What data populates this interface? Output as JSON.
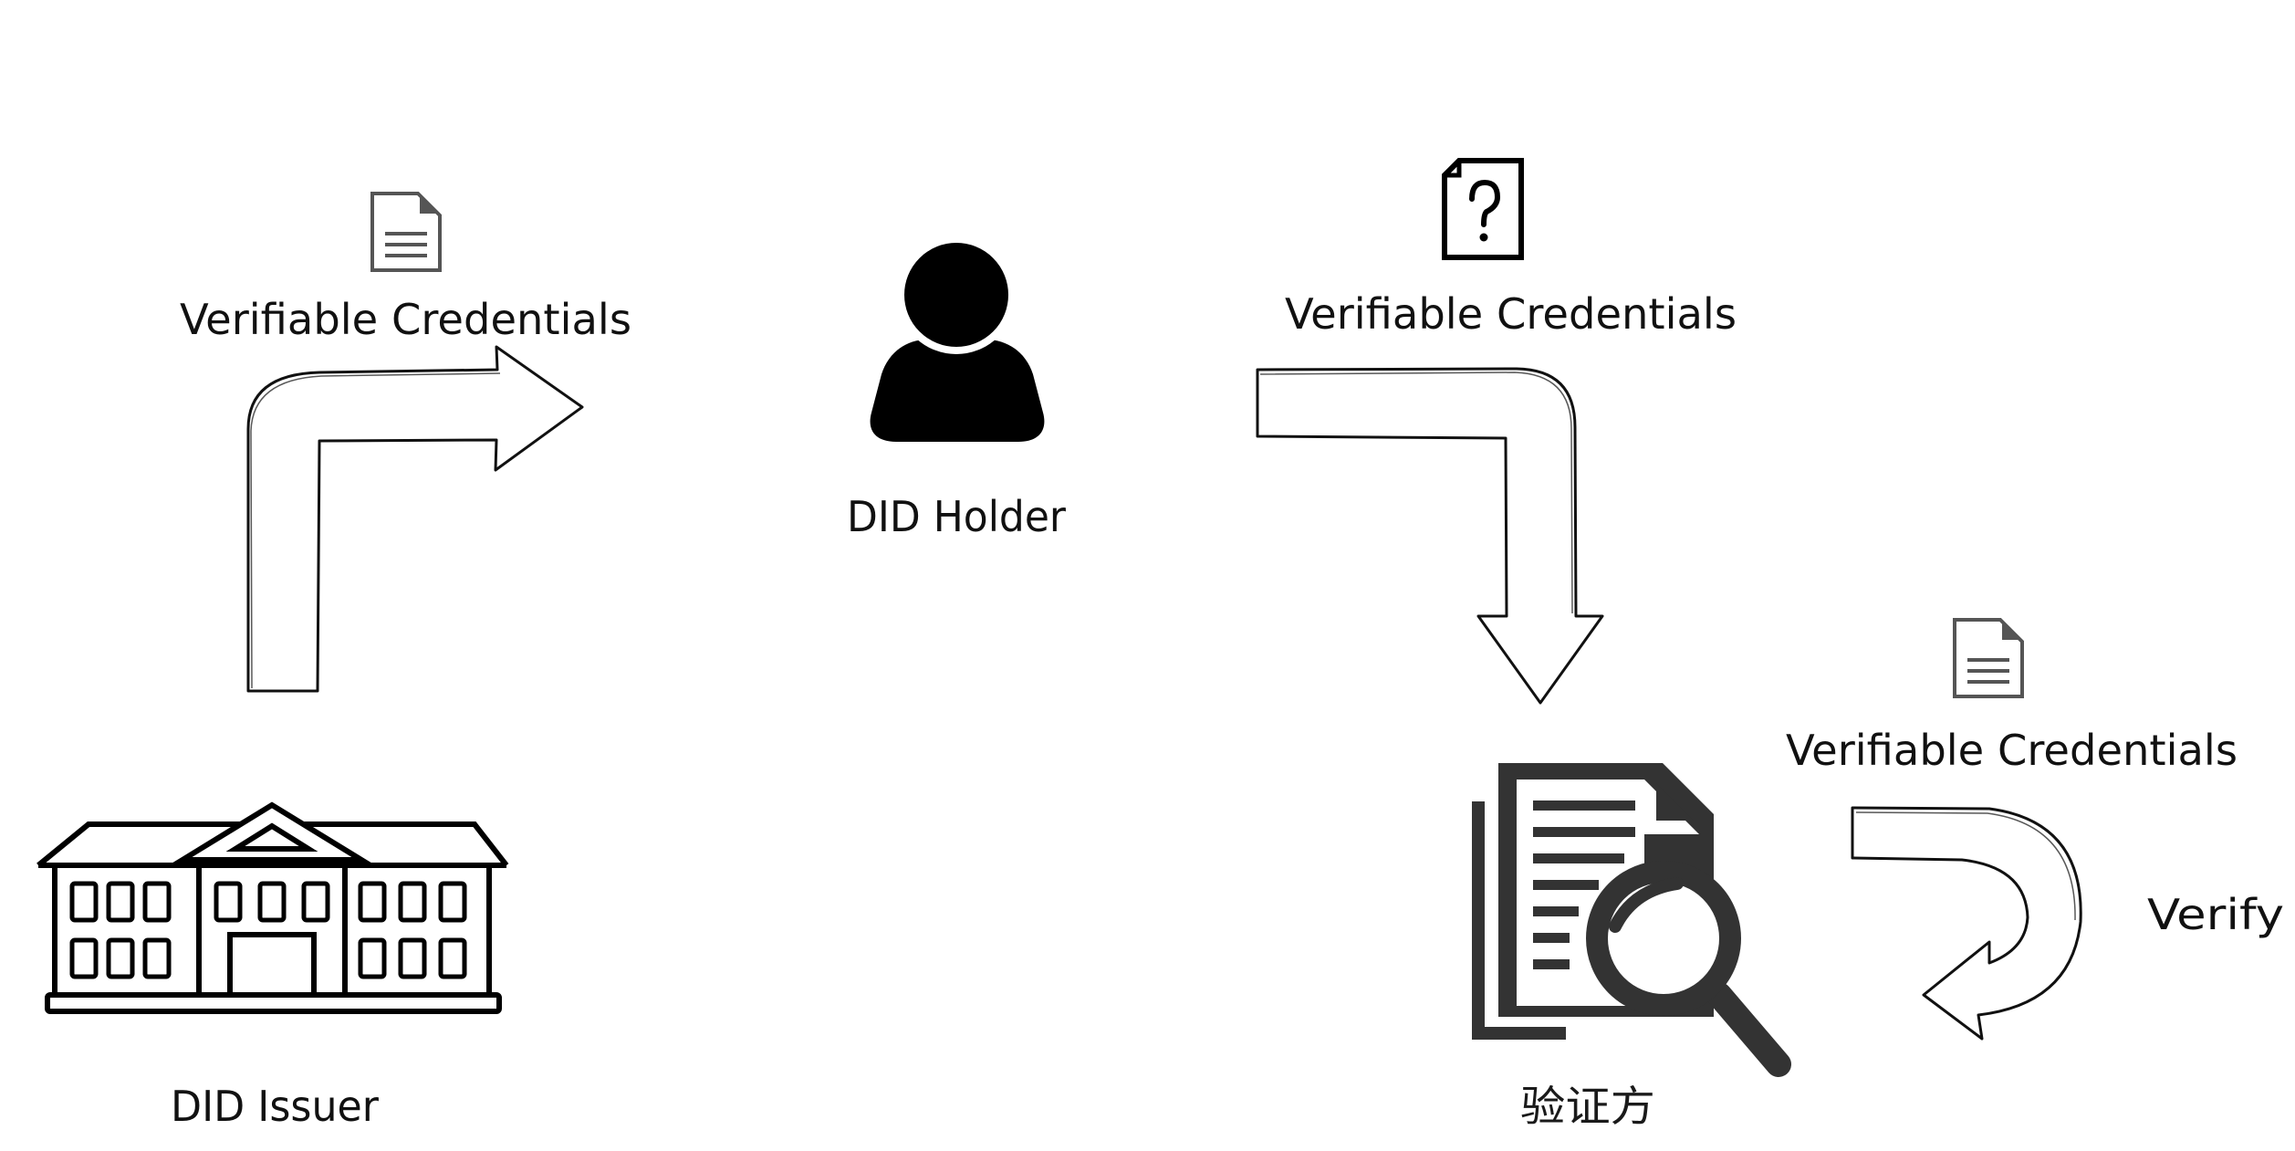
{
  "nodes": {
    "issuer": {
      "label": "DID Issuer",
      "icon": "school-building-icon"
    },
    "holder": {
      "label": "DID Holder",
      "icon": "person-icon"
    },
    "verifier": {
      "label": "验证方",
      "icon": "document-search-icon"
    }
  },
  "credentials": {
    "issued": {
      "label": "Verifiable Credentials",
      "icon": "document-icon"
    },
    "presented": {
      "label": "Verifiable Credentials",
      "icon": "document-question-icon"
    },
    "verified": {
      "label": "Verifiable Credentials",
      "icon": "document-icon"
    }
  },
  "verify_label": "Verify",
  "colors": {
    "stroke": "#111111",
    "icon_dark": "#000000",
    "icon_gray": "#555555",
    "verifier_icon": "#333333"
  }
}
